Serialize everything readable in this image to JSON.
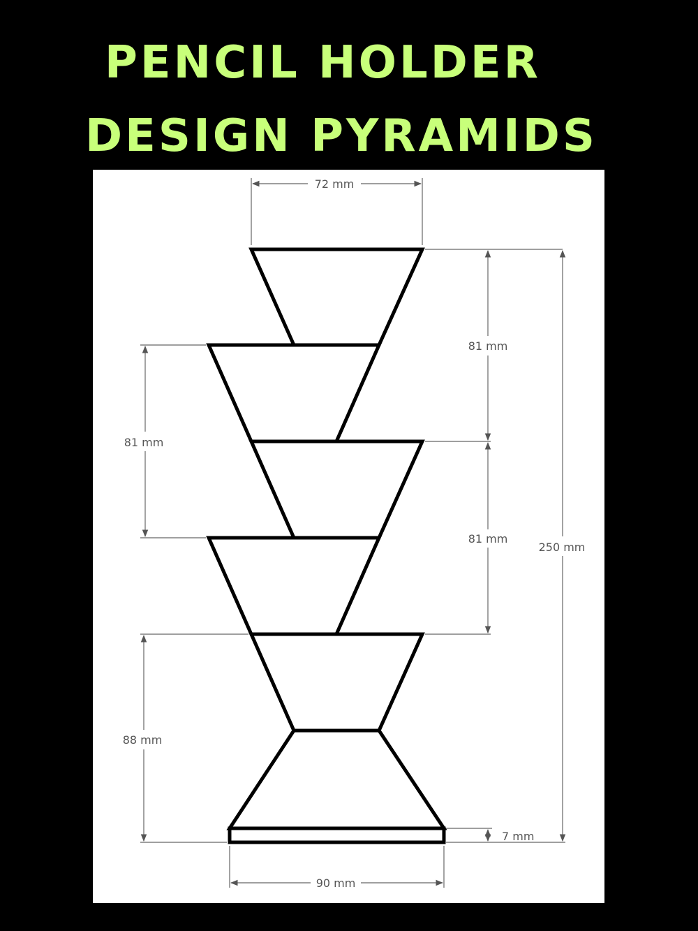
{
  "title": {
    "line1": "PENCIL HOLDER",
    "line2": "DESIGN PYRAMIDS"
  },
  "colors": {
    "background": "#000000",
    "title": "#c8ff7a",
    "sheet": "#ffffff",
    "outline": "#000000",
    "dimension": "#666666"
  },
  "dimensions": {
    "top_width": "72 mm",
    "tier_height_right_upper": "81 mm",
    "tier_height_left": "81 mm",
    "tier_height_right_lower": "81 mm",
    "overall_height": "250 mm",
    "bottom_section_height": "88 mm",
    "base_thickness": "7 mm",
    "base_width": "90 mm"
  }
}
